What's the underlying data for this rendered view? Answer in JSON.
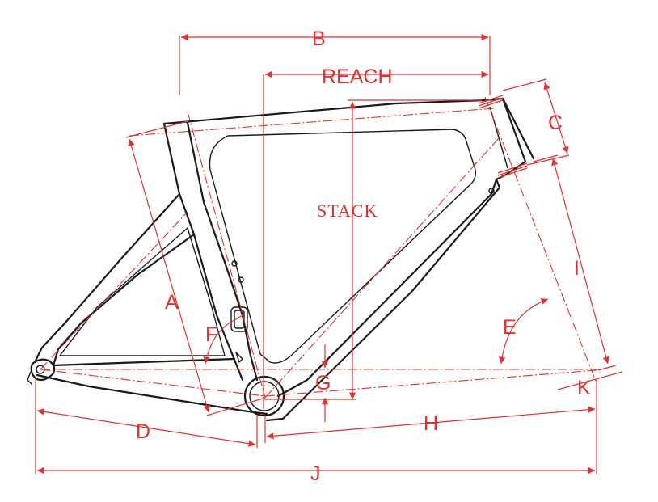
{
  "labels": {
    "b": "B",
    "reach": "REACH",
    "c": "C",
    "stack": "STACK",
    "a": "A",
    "i": "I",
    "f": "F",
    "e": "E",
    "g": "G",
    "k": "K",
    "d": "D",
    "h": "H",
    "j": "J"
  },
  "colors": {
    "dimension": "#e0312f",
    "frame": "#1a1a1a"
  }
}
